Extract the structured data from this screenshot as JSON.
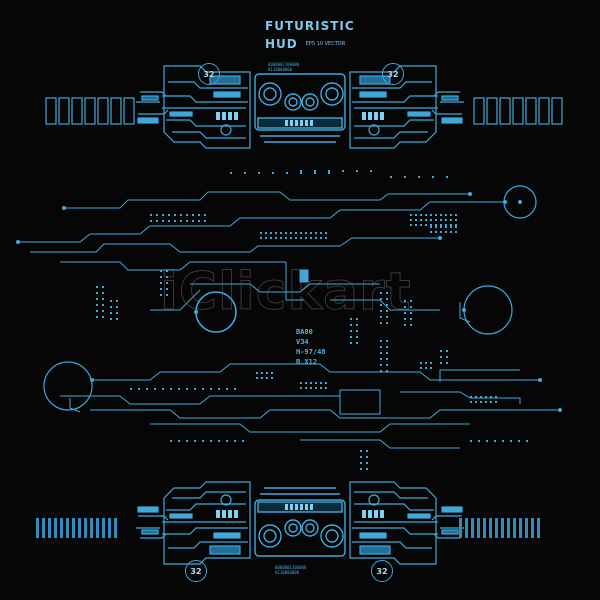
{
  "title": {
    "line1": "FUTURISTIC",
    "line2": "HUD",
    "subtitle": "EPS 10 VECTOR"
  },
  "badges": {
    "top_left": "32",
    "top_right": "32",
    "bottom_left": "32",
    "bottom_right": "32"
  },
  "readout": [
    "BA80",
    "V34",
    "H-97/48",
    "B.X12"
  ],
  "codes": {
    "top": [
      "0000001100000",
      "0110000000"
    ],
    "bottom": [
      "0000001100000",
      "0110000000"
    ]
  },
  "watermark": "iClickart",
  "colors": {
    "background": "#060606",
    "primary": "#3fa9dc",
    "bright": "#7fd0f5",
    "dim": "#1f6f99"
  }
}
